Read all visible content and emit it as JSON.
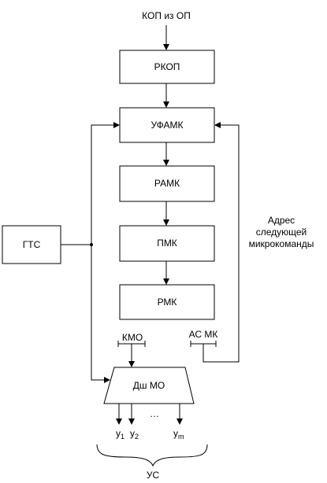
{
  "input_label": "КОП из ОП",
  "blocks": {
    "rkop": "РКОП",
    "ufamk": "УФАМК",
    "ramk": "РАМК",
    "pmk": "ПМК",
    "rmk": "РМК",
    "gts": "ГТС",
    "dsh_mo": "Дш МО"
  },
  "feedback_label": [
    "Адрес",
    "следующей",
    "микрокоманды"
  ],
  "field_labels": {
    "kmo": "КМО",
    "as_mk": "АС МК"
  },
  "outputs": {
    "y1": {
      "base": "y",
      "sub": "1"
    },
    "y2": {
      "base": "y",
      "sub": "2"
    },
    "ym": {
      "base": "y",
      "sub": "m"
    },
    "ellipsis": "…"
  },
  "output_group_label": "УС"
}
